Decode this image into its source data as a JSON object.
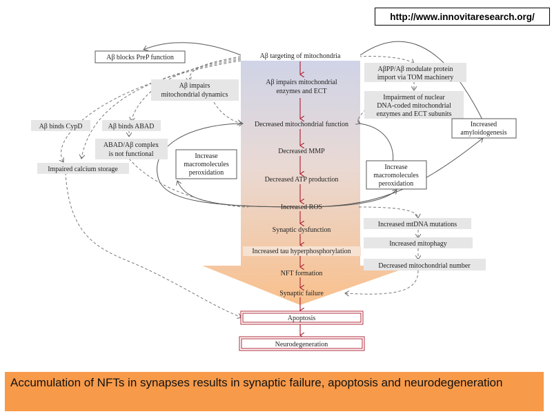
{
  "header": {
    "url": "http://www.innovitaresearch.org/"
  },
  "diagram": {
    "top": "Aβ targeting of mitochondria",
    "central": [
      "Aβ impairs mitochondrial",
      "enzymes and ECT",
      "Decreased mitochondrial function",
      "Decreased MMP",
      "Decreased ATP production",
      "Increased ROS",
      "Synaptic dysfunction",
      "Increased tau hyperphosphorylation",
      "NFT formation",
      "Synaptic failure"
    ],
    "apoptosis": "Apoptosis",
    "neurodegeneration": "Neurodegeneration",
    "left": {
      "blocks_prep": "Aβ blocks PreP function",
      "impairs_dynamics_1": "Aβ impairs",
      "impairs_dynamics_2": "mitochondrial dynamics",
      "binds_cypd": "Aβ binds CypD",
      "binds_abad": "Aβ binds ABAD",
      "abad_complex_1": "ABAD/Aβ complex",
      "abad_complex_2": "is not functional",
      "calcium": "Impaired calcium storage",
      "peroxidation_1": "Increase",
      "peroxidation_2": "macromolecules",
      "peroxidation_3": "peroxidation"
    },
    "right": {
      "app_1": "AβPP/Aβ modulate protein",
      "app_2": "import via TOM machinery",
      "nuclear_1": "Impairment of nuclear",
      "nuclear_2": "DNA-coded mitochondrial",
      "nuclear_3": "enzymes and ECT subunits",
      "amyloid_1": "Increased",
      "amyloid_2": "amyloidogenesis",
      "peroxidation_1": "Increase",
      "peroxidation_2": "macromolecules",
      "peroxidation_3": "peroxidation",
      "mtdna": "Increased mtDNA mutations",
      "mitophagy": "Increased mitophagy",
      "mito_number": "Decreased mitochondrial number"
    }
  },
  "caption": "Accumulation of NFTs in synapses results in synaptic failure, apoptosis and neurodegeneration",
  "colors": {
    "arrow_top": "#cdd3e8",
    "arrow_bottom": "#f9c08c",
    "red_arrow": "#b0283a",
    "caption_bg": "#f79a4a"
  }
}
